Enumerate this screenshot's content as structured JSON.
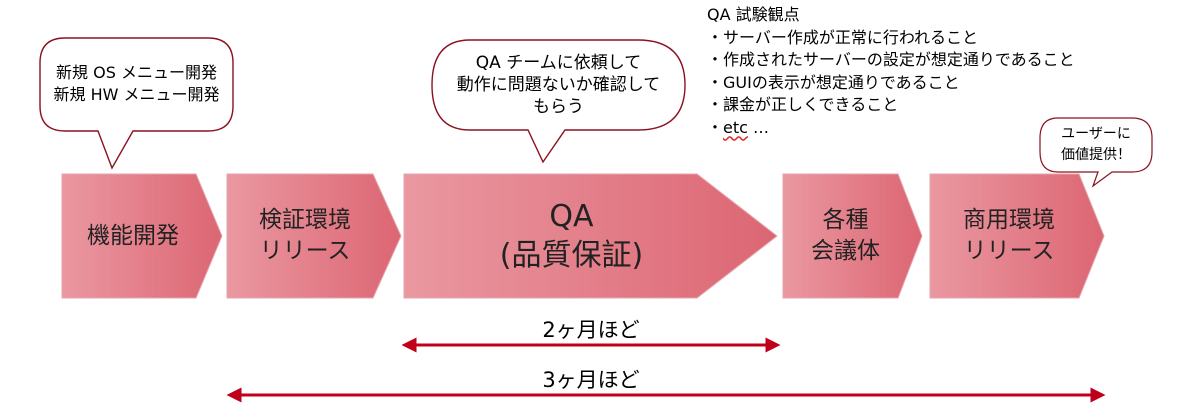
{
  "bubbles": {
    "dev": {
      "lines": [
        "新規 OS メニュー開発",
        "新規 HW メニュー開発"
      ]
    },
    "qa_request": {
      "lines": [
        "QA チームに依頼して",
        "動作に問題ないか確認して",
        "もらう"
      ]
    },
    "value": {
      "lines": [
        "ユーザーに",
        "価値提供！"
      ]
    }
  },
  "qa_notes": {
    "title": "QA 試験観点",
    "items": [
      "・サーバー作成が正常に行われること",
      "・作成されたサーバーの設定が想定通りであること",
      "・GUIの表示が想定通りであること",
      "・課金が正しくできること"
    ],
    "last_item_prefix": "・",
    "last_item_word": "etc",
    "last_item_suffix": " …"
  },
  "steps": [
    {
      "lines": [
        "機能開発"
      ]
    },
    {
      "lines": [
        "検証環境",
        "リリース"
      ]
    },
    {
      "lines": [
        "QA",
        "(品質保証)"
      ]
    },
    {
      "lines": [
        "各種",
        "会議体"
      ]
    },
    {
      "lines": [
        "商用環境",
        "リリース"
      ]
    }
  ],
  "durations": {
    "short": "2ヶ月ほど",
    "long": "3ヶ月ほど"
  },
  "colors": {
    "step_fill_light": "#e8909a",
    "step_fill_dark": "#dd6a76",
    "step_stroke": "#e4a5ac",
    "arrow": "#c0001a",
    "bubble_stroke": "#8a1220"
  }
}
